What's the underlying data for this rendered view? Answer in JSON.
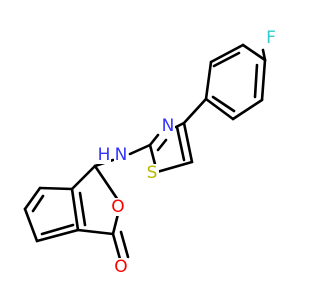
{
  "atoms": {
    "F": {
      "text": "F",
      "color": "#33cccc"
    },
    "N_thiazole": {
      "text": "N",
      "color": "#3333ff"
    },
    "S_thiazole": {
      "text": "S",
      "color": "#b8b800"
    },
    "NH": {
      "text": "H",
      "color": "#3333ff"
    },
    "N_amine": {
      "text": "N",
      "color": "#3333ff"
    },
    "O_ring": {
      "text": "O",
      "color": "#ff0000"
    },
    "O_carbonyl": {
      "text": "O",
      "color": "#ff0000"
    }
  },
  "colors": {
    "bond": "#000000",
    "background": "#ffffff"
  }
}
